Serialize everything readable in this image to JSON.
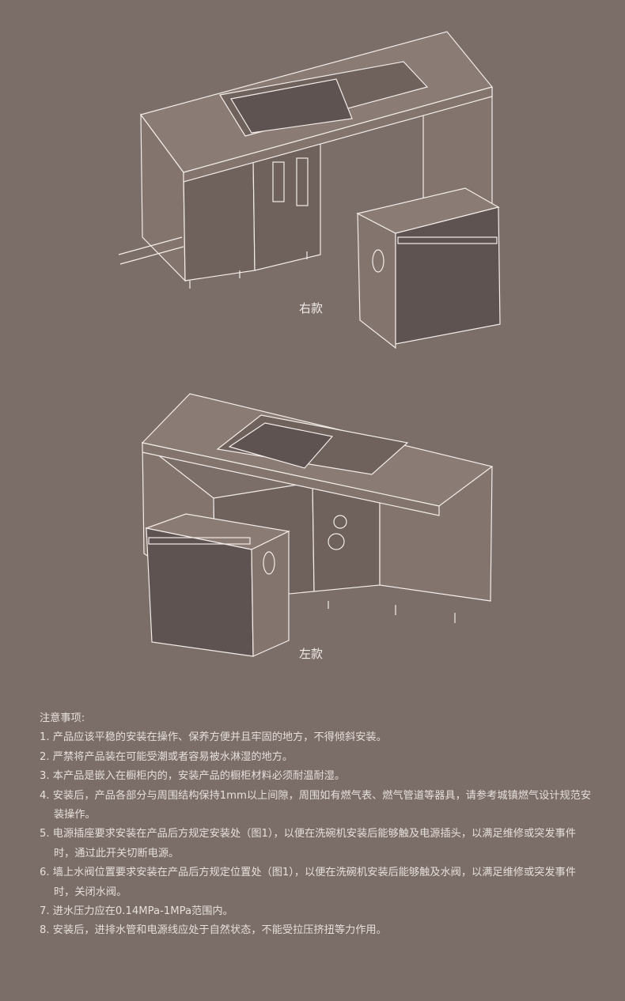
{
  "figures": [
    {
      "caption": "右款"
    },
    {
      "caption": "左款"
    }
  ],
  "notes": {
    "title": "注意事项:",
    "items": [
      "1. 产品应该平稳的安装在操作、保养方便并且牢固的地方，不得倾斜安装。",
      "2. 严禁将产品装在可能受潮或者容易被水淋湿的地方。",
      "3. 本产品是嵌入在橱柜内的，安装产品的橱柜材料必须耐温耐湿。",
      "4. 安装后，产品各部分与周围结构保持1mm以上间隙，周围如有燃气表、燃气管道等器具，请参考城镇燃气设计规范安装操作。",
      "5. 电源插座要求安装在产品后方规定安装处（图1），以便在洗碗机安装后能够触及电源插头，以满足维修或突发事件时，通过此开关切断电源。",
      "6. 墙上水阀位置要求安装在产品后方规定位置处（图1），以便在洗碗机安装后能够触及水阀，以满足维修或突发事件时，关闭水阀。",
      "7. 进水压力应在0.14MPa-1MPa范围内。",
      "8. 安装后，进排水管和电源线应处于自然状态，不能受拉压挤扭等力作用。"
    ]
  }
}
